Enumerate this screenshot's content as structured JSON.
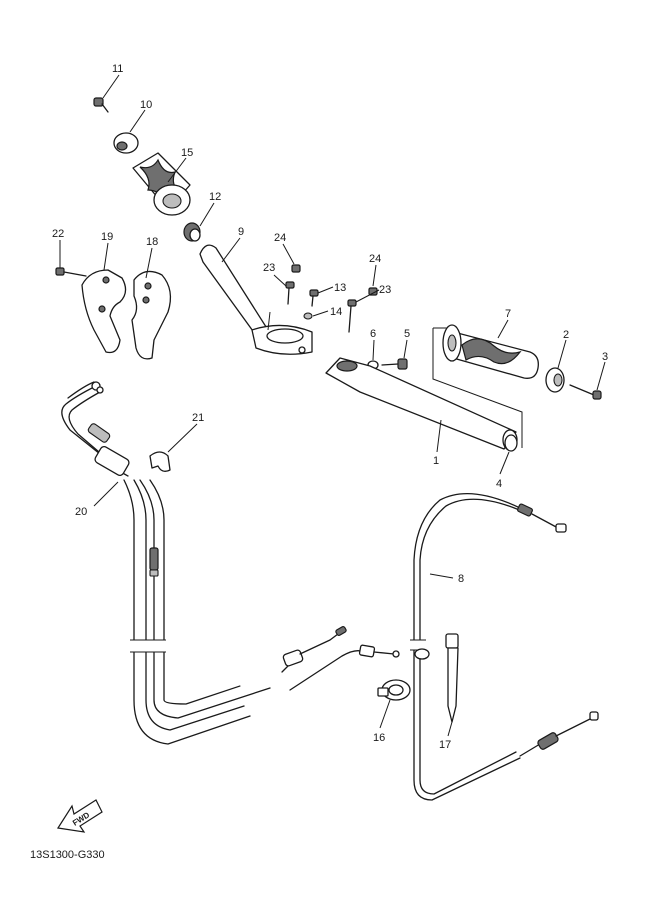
{
  "diagram": {
    "callouts": {
      "c1": "1",
      "c2": "2",
      "c3": "3",
      "c4": "4",
      "c5": "5",
      "c6": "6",
      "c7": "7",
      "c8": "8",
      "c9": "9",
      "c10": "10",
      "c11": "11",
      "c12": "12",
      "c13": "13",
      "c14": "14",
      "c15": "15",
      "c16": "16",
      "c17": "17",
      "c18": "18",
      "c19": "19",
      "c20": "20",
      "c21": "21",
      "c22": "22",
      "c23a": "23",
      "c23b": "23",
      "c24a": "24",
      "c24b": "24"
    },
    "direction_badge": "FWD",
    "drawing_code": "13S1300-G330"
  }
}
